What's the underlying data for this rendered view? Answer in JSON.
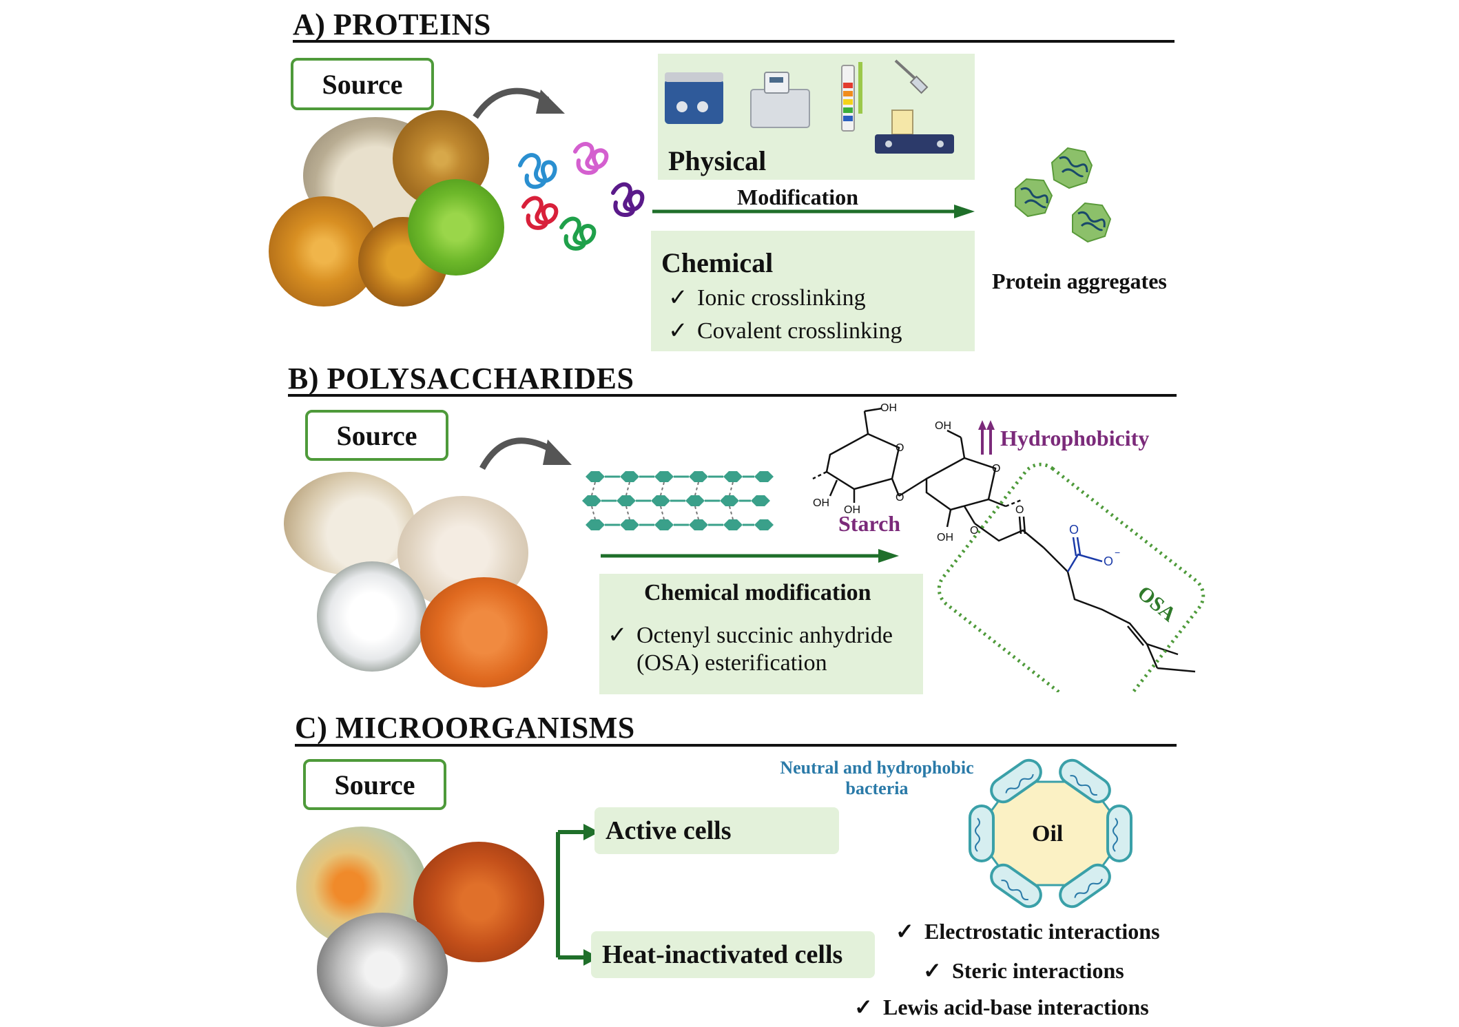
{
  "sections": {
    "proteins": {
      "title": "A) PROTEINS",
      "source_label": "Source",
      "physical_label": "Physical",
      "modification_label": "Modification",
      "chemical_label": "Chemical",
      "chemical_items": [
        "Ionic crosslinking",
        "Covalent crosslinking"
      ],
      "result_label": "Protein aggregates"
    },
    "polysaccharides": {
      "title": "B) POLYSACCHARIDES",
      "source_label": "Source",
      "hydrophobicity_label": "Hydrophobicity",
      "starch_label": "Starch",
      "osa_label": "OSA",
      "chemical_modification_label": "Chemical modification",
      "chemical_items": [
        "Octenyl succinic anhydride",
        "(OSA) esterification"
      ],
      "oh_label": "OH",
      "o_label": "O",
      "o_minus_label": "O"
    },
    "microorganisms": {
      "title": "C) MICROORGANISMS",
      "source_label": "Source",
      "active_cells_label": "Active cells",
      "heat_inactivated_label": "Heat-inactivated cells",
      "bacteria_label_line1": "Neutral and hydrophobic",
      "bacteria_label_line2": "bacteria",
      "oil_label": "Oil",
      "interactions": [
        "Electrostatic interactions",
        "Steric interactions",
        "Lewis acid-base interactions"
      ]
    }
  },
  "colors": {
    "accent_green": "#1f6f2a",
    "box_border_green": "#4e9a3a",
    "panel_green": "#e3f1da",
    "purple": "#7b2a7a",
    "teal_blue": "#2a7aa8",
    "hex_teal": "#3aa08a",
    "oil_yellow": "#fbf1c4"
  },
  "icons": [
    "curved-arrow-icon",
    "ultrasonic-bath-icon",
    "water-bath-icon",
    "ph-strip-icon",
    "syringe-icon",
    "hot-plate-stirrer-icon",
    "protein-coil-icon",
    "protein-aggregate-icon",
    "double-up-arrow-icon",
    "check-icon"
  ]
}
